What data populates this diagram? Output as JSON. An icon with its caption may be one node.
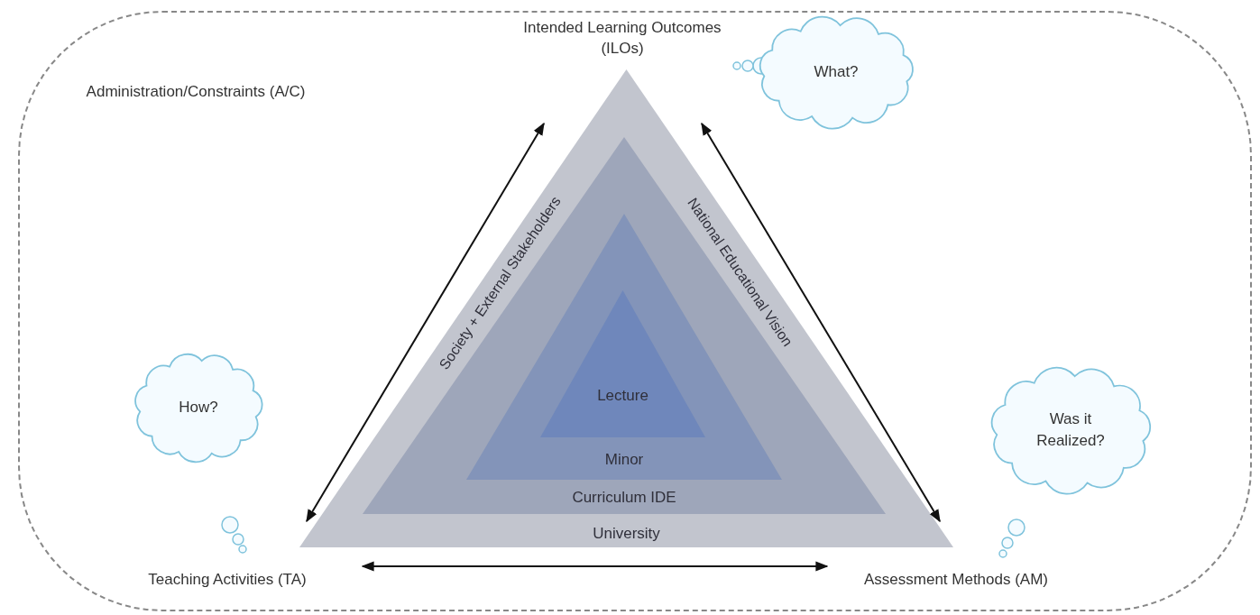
{
  "diagram": {
    "nodes": [
      {
        "text": [
          "Administration/Constraints (A/C)"
        ]
      },
      {
        "text": [
          "Intended Learning Outcomes (ILOs)"
        ],
        "in": 0
      },
      {
        "text": [
          "Teaching Activities (TA)"
        ],
        "in": 0
      },
      {
        "text": [
          "Assessment Methods (AM)"
        ],
        "in": 0
      },
      {
        "text": [
          "University",
          "Society + External Stakeholders",
          "National Educational Vision"
        ],
        "in": 0
      },
      {
        "text": [
          "Curriculum IDE"
        ],
        "in": 4
      },
      {
        "text": [
          "Minor"
        ],
        "in": 5
      },
      {
        "text": [
          "Lecture"
        ],
        "in": 6
      },
      {
        "text": [
          "What?"
        ],
        "in": 0
      },
      {
        "text": [
          "How?"
        ],
        "in": 0
      },
      {
        "text": [
          "Was it Realized?"
        ],
        "in": 0
      }
    ],
    "edges": [
      {
        "from": 2,
        "to": 1,
        "arrow": "both"
      },
      {
        "from": 1,
        "to": 3,
        "arrow": "both"
      },
      {
        "from": 2,
        "to": 3,
        "arrow": "both"
      }
    ]
  }
}
